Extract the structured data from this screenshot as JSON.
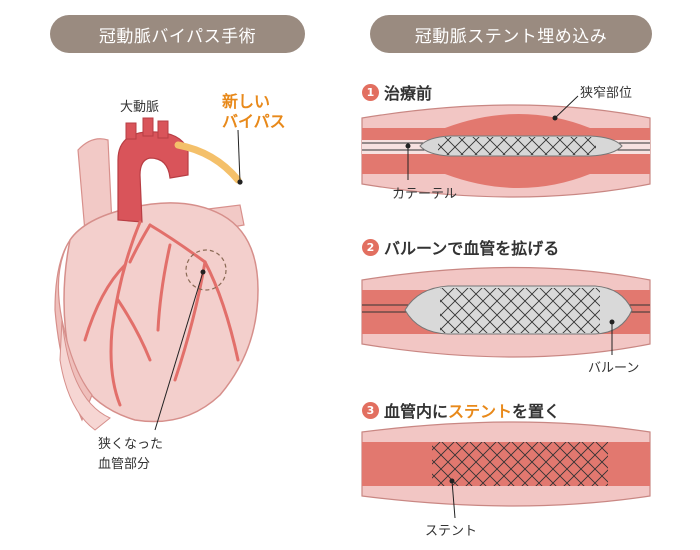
{
  "headers": {
    "bypass_title": "冠動脈バイパス手術",
    "stent_title": "冠動脈ステント埋め込み"
  },
  "heart": {
    "aorta_label": "大動脈",
    "bypass_label_line1": "新しい",
    "bypass_label_line2": "バイパス",
    "narrow_label_line1": "狭くなった",
    "narrow_label_line2": "血管部分"
  },
  "steps": [
    {
      "number": "1",
      "title": "治療前",
      "callouts": [
        "狭窄部位",
        "カテーテル"
      ]
    },
    {
      "number": "2",
      "title": "バルーンで血管を拡げる",
      "callouts": [
        "バルーン"
      ]
    },
    {
      "number": "3",
      "title_before": "血管内に",
      "title_highlight": "ステント",
      "title_after": "を置く",
      "callouts": [
        "ステント"
      ]
    }
  ],
  "colors": {
    "header_bg": "#9a8b80",
    "accent_orange": "#e8891a",
    "step_number_bg": "#e26f60",
    "vessel_wall": "#f2c6c4",
    "vessel_lumen": "#e2786f",
    "heart_fill": "#f3cfcc",
    "artery": "#e26f6a"
  }
}
